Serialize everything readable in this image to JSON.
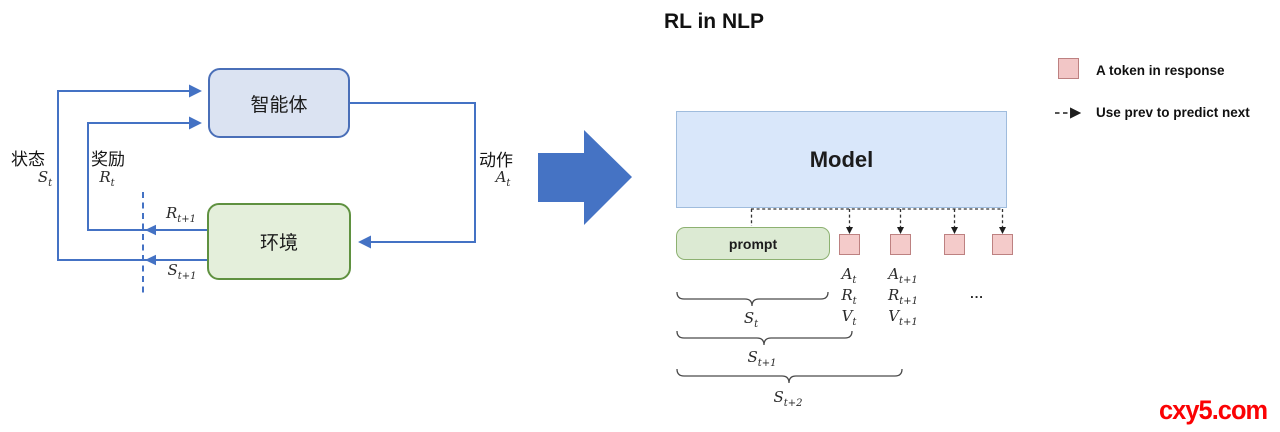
{
  "title": "RL in NLP",
  "watermark": "cxy5.com",
  "colors": {
    "connector_blue": "#4472c4",
    "agent_fill": "#dbe3f2",
    "agent_border": "#4a6fb8",
    "env_fill": "#e4efdb",
    "env_border": "#5f9140",
    "model_fill": "#d9e7fa",
    "model_border": "#9fbcdd",
    "prompt_fill": "#dcead3",
    "prompt_border": "#8db171",
    "token_fill": "#f4cbca",
    "token_border": "#bd8181",
    "watermark_red": "#fb0204"
  },
  "left_diagram": {
    "agent": "智能体",
    "environment": "环境",
    "state_label": "状态",
    "state_sym": {
      "base": "S",
      "sub": "t"
    },
    "reward_label": "奖励",
    "reward_sym": {
      "base": "R",
      "sub": "t"
    },
    "action_label": "动作",
    "action_sym": {
      "base": "A",
      "sub": "t"
    },
    "next_reward_sym": {
      "base": "R",
      "sub": "t+1"
    },
    "next_state_sym": {
      "base": "S",
      "sub": "t+1"
    }
  },
  "right_diagram": {
    "model": "Model",
    "prompt": "prompt",
    "rows": [
      {
        "c1": {
          "base": "A",
          "sub": "t"
        },
        "c2": {
          "base": "A",
          "sub": "t+1"
        }
      },
      {
        "c1": {
          "base": "R",
          "sub": "t"
        },
        "c2": {
          "base": "R",
          "sub": "t+1"
        }
      },
      {
        "c1": {
          "base": "V",
          "sub": "t"
        },
        "c2": {
          "base": "V",
          "sub": "t+1"
        }
      }
    ],
    "ellipsis": "...",
    "braces": [
      {
        "base": "S",
        "sub": "t"
      },
      {
        "base": "S",
        "sub": "t+1"
      },
      {
        "base": "S",
        "sub": "t+2"
      }
    ]
  },
  "legend": {
    "token": "A token in response",
    "arrow": "Use prev to predict next"
  }
}
